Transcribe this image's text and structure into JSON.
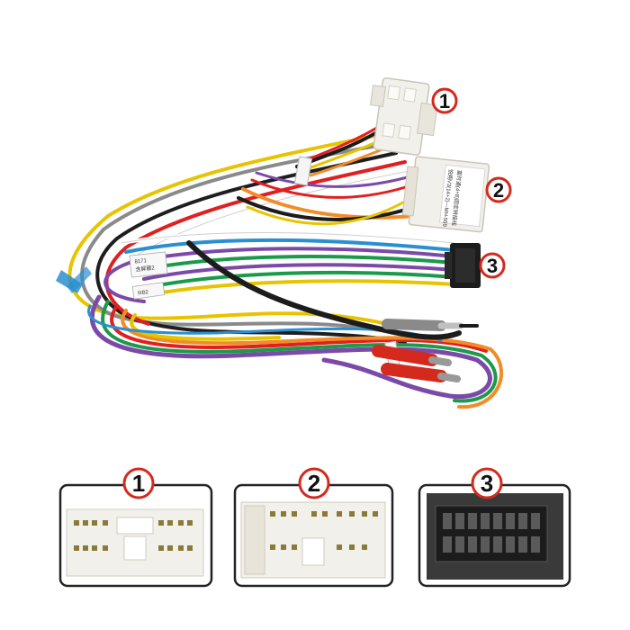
{
  "callouts": [
    {
      "number": "1"
    },
    {
      "number": "2"
    },
    {
      "number": "3"
    }
  ],
  "detail_panels": [
    {
      "number": "1"
    },
    {
      "number": "2"
    },
    {
      "number": "3"
    }
  ],
  "connector2_label": {
    "line1": "富时通(4+8)固定转接线",
    "line2": "悦翔V3(14+2)—MH-559"
  },
  "sleeve_labels": {
    "tag1_line1": "8171",
    "tag1_line2": "含屏蔽2",
    "tag2": "RB2"
  },
  "colors": {
    "callout_ring": "#d42a1e",
    "connector_white": "#f2f0ea",
    "connector_black": "#1c1c1c",
    "panel_border": "#222222"
  }
}
